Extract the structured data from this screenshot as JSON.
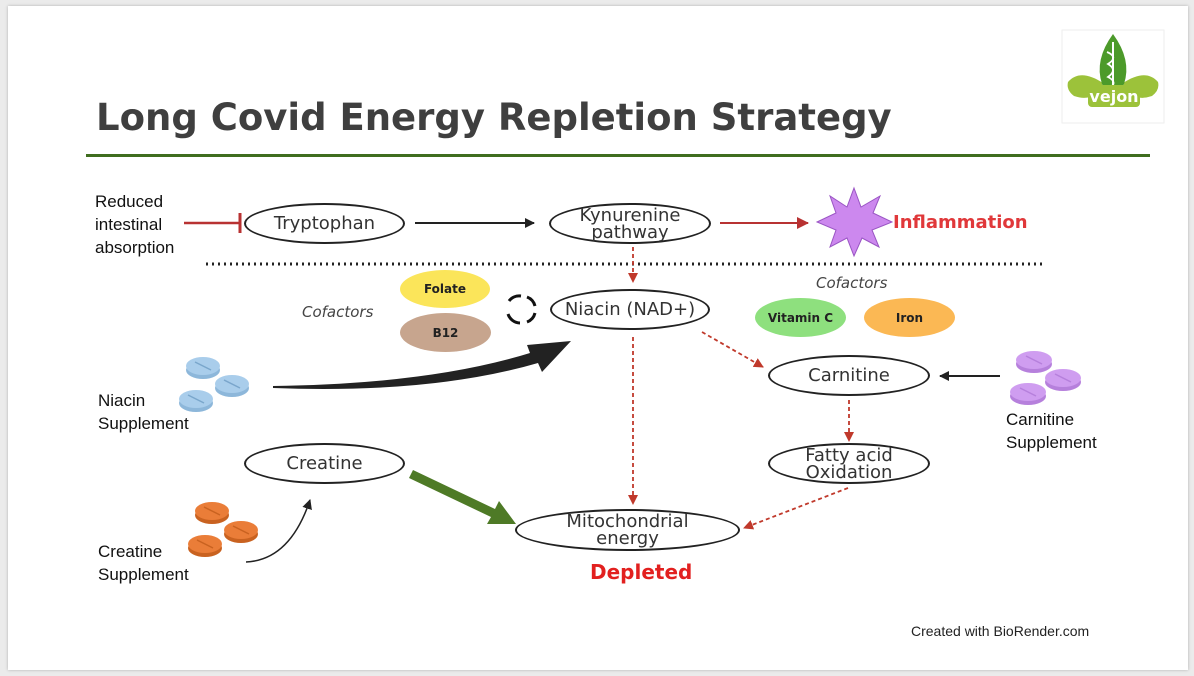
{
  "title": "Long Covid Energy Repletion Strategy",
  "logo_text": "vejon",
  "labels": {
    "reduced_absorption": "Reduced\nintestinal\nabsorption",
    "inflammation": "Inflammation",
    "cofactors_left": "Cofactors",
    "cofactors_right": "Cofactors",
    "niacin_supplement": "Niacin\nSupplement",
    "creatine_supplement": "Creatine\nSupplement",
    "carnitine_supplement": "Carnitine\nSupplement",
    "depleted": "Depleted",
    "credit": "Created with BioRender.com"
  },
  "nodes": {
    "tryptophan": "Tryptophan",
    "kynurenine": "Kynurenine\npathway",
    "niacin": "Niacin (NAD+)",
    "carnitine": "Carnitine",
    "fatty_acid": "Fatty acid\nOxidation",
    "creatine": "Creatine",
    "mito": "Mitochondrial\nenergy"
  },
  "cofactor_pills": {
    "folate": "Folate",
    "b12": "B12",
    "vitamin_c": "Vitamin C",
    "iron": "Iron"
  },
  "colors": {
    "title": "#3f3f3f",
    "rule": "#3f6d1f",
    "inhibit_red": "#b83232",
    "dashed_red": "#c0392b",
    "inflammation": "#e0383a",
    "burst": "#cc88ee",
    "folate": "#fbe55a",
    "b12": "#c7a58e",
    "vitamin_c": "#8ee07e",
    "iron": "#fbb854",
    "niacin_pills": "#a9cdeb",
    "creatine_pills": "#ea7d38",
    "carnitine_pills": "#cf9df0",
    "green_arrow": "#4e7a26"
  }
}
